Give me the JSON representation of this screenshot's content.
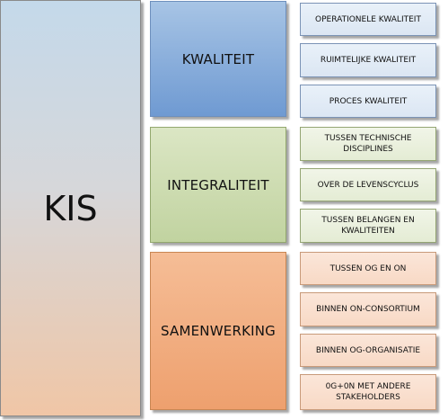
{
  "main": {
    "label": "KIS"
  },
  "categories": [
    {
      "label": "KWALITEIT",
      "items": [
        "OPERATIONELE KWALITEIT",
        "RUIMTELIJKE KWALITEIT",
        "PROCES KWALITEIT"
      ]
    },
    {
      "label": "INTEGRALITEIT",
      "items": [
        "TUSSEN TECHNISCHE DISCIPLINES",
        "OVER DE LEVENSCYCLUS",
        "TUSSEN BELANGEN EN KWALITEITEN"
      ]
    },
    {
      "label": "SAMENWERKING",
      "items": [
        "TUSSEN OG EN ON",
        "BINNEN ON-CONSORTIUM",
        "BINNEN OG-ORGANISATIE",
        "0G+0N MET ANDERE STAKEHOLDERS"
      ]
    }
  ],
  "colors": {
    "kwaliteit": "#7da3d6",
    "integraliteit": "#cddbb4",
    "samenwerking": "#f0a978"
  }
}
